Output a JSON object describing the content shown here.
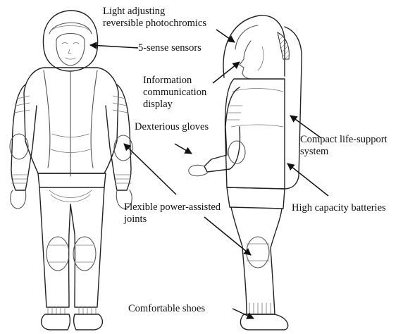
{
  "labels": {
    "light": [
      "Light adjusting",
      "reversible photochromics"
    ],
    "sensors": "5-sense sensors",
    "display": [
      "Information",
      "communication",
      "display"
    ],
    "gloves": "Dexterious gloves",
    "life_support": [
      "Compact life-support",
      "system"
    ],
    "joints": [
      "Flexible power-assisted",
      "joints"
    ],
    "batteries": "High capacity batteries",
    "shoes": "Comfortable shoes"
  },
  "colors": {
    "ink": "#111111",
    "sketch": "#555555",
    "background": "#ffffff"
  }
}
